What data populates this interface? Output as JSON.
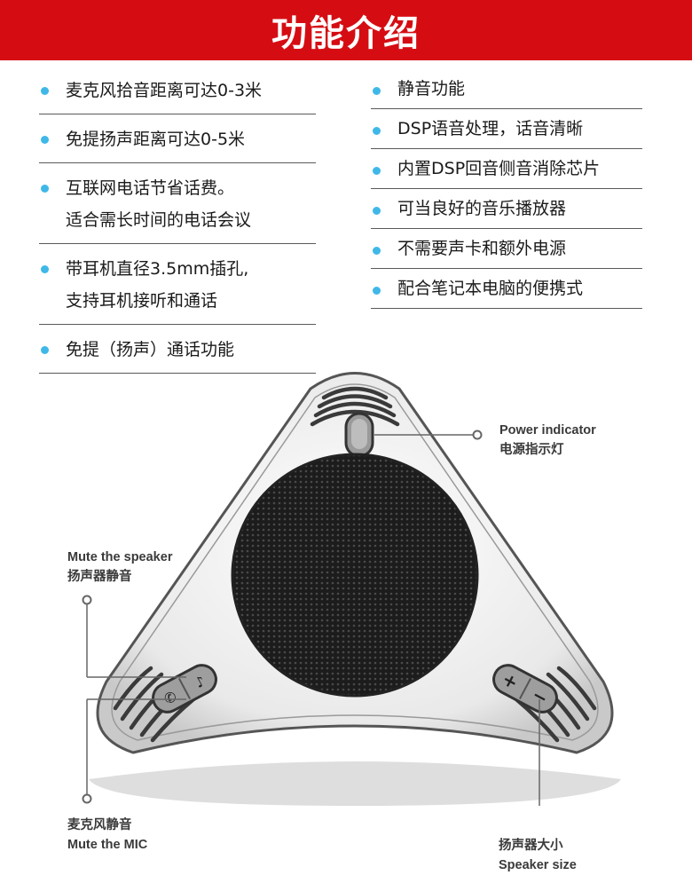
{
  "banner": {
    "title": "功能介绍",
    "bg_color": "#d50d13"
  },
  "features": {
    "bullet_color": "#3fb8e8",
    "left": [
      {
        "lines": [
          "麦克风拾音距离可达0-3米"
        ]
      },
      {
        "lines": [
          "免提扬声距离可达0-5米"
        ]
      },
      {
        "lines": [
          "互联网电话节省话费。",
          "适合需长时间的电话会议"
        ]
      },
      {
        "lines": [
          "带耳机直径3.5mm插孔,",
          "支持耳机接听和通话"
        ]
      },
      {
        "lines": [
          "免提（扬声）通话功能"
        ]
      }
    ],
    "right": [
      {
        "lines": [
          "静音功能"
        ]
      },
      {
        "lines": [
          "DSP语音处理，话音清晰"
        ]
      },
      {
        "lines": [
          "内置DSP回音侧音消除芯片"
        ]
      },
      {
        "lines": [
          "可当良好的音乐播放器"
        ]
      },
      {
        "lines": [
          "不需要声卡和额外电源"
        ]
      },
      {
        "lines": [
          "配合笔记本电脑的便携式"
        ]
      }
    ]
  },
  "device": {
    "button_plus": "+",
    "button_minus": "−",
    "callouts": {
      "power": {
        "en": "Power indicator",
        "zh": "电源指示灯"
      },
      "mute_speaker": {
        "en": "Mute the speaker",
        "zh": "扬声器静音"
      },
      "mute_mic": {
        "zh": "麦克风静音",
        "en": "Mute the MIC"
      },
      "speaker_size": {
        "zh": "扬声器大小",
        "en": "Speaker size"
      }
    }
  }
}
